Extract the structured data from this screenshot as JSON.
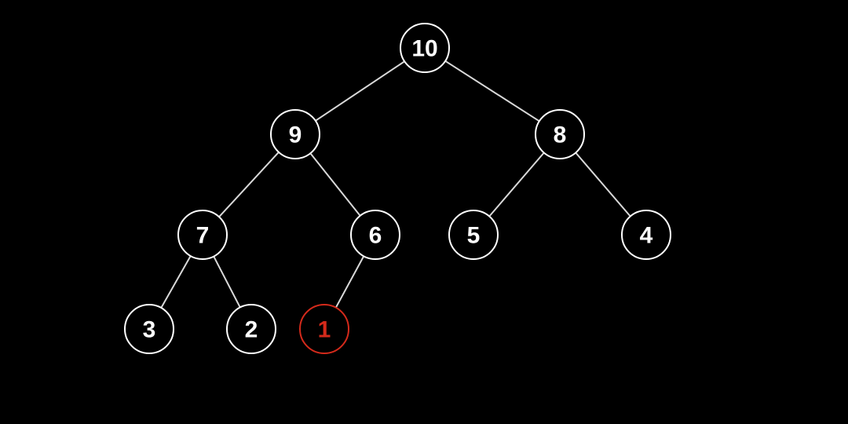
{
  "diagram": {
    "type": "binary-tree",
    "colors": {
      "background": "#000000",
      "node_stroke": "#ffffff",
      "node_fill": "#000000",
      "node_text": "#ffffff",
      "edge": "#d9d9d9",
      "highlight": "#d42a1b"
    },
    "nodes": [
      {
        "id": "n10",
        "label": "10",
        "highlighted": false
      },
      {
        "id": "n9",
        "label": "9",
        "highlighted": false
      },
      {
        "id": "n8",
        "label": "8",
        "highlighted": false
      },
      {
        "id": "n7",
        "label": "7",
        "highlighted": false
      },
      {
        "id": "n6",
        "label": "6",
        "highlighted": false
      },
      {
        "id": "n5",
        "label": "5",
        "highlighted": false
      },
      {
        "id": "n4",
        "label": "4",
        "highlighted": false
      },
      {
        "id": "n3",
        "label": "3",
        "highlighted": false
      },
      {
        "id": "n2",
        "label": "2",
        "highlighted": false
      },
      {
        "id": "n1",
        "label": "1",
        "highlighted": true
      }
    ],
    "edges": [
      {
        "from": "n10",
        "to": "n9"
      },
      {
        "from": "n10",
        "to": "n8"
      },
      {
        "from": "n9",
        "to": "n7"
      },
      {
        "from": "n9",
        "to": "n6"
      },
      {
        "from": "n8",
        "to": "n5"
      },
      {
        "from": "n8",
        "to": "n4"
      },
      {
        "from": "n7",
        "to": "n3"
      },
      {
        "from": "n7",
        "to": "n2"
      },
      {
        "from": "n6",
        "to": "n1"
      }
    ]
  }
}
